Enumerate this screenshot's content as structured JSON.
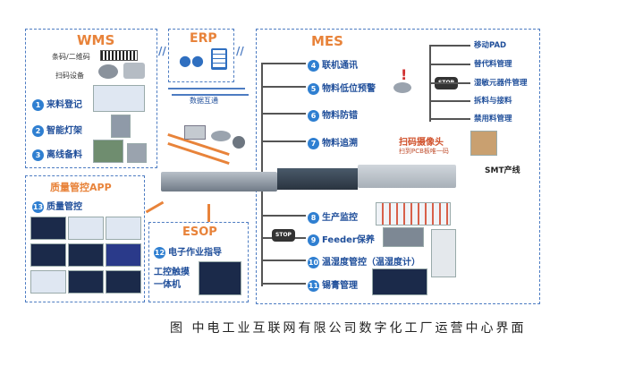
{
  "wms": {
    "title": "WMS",
    "barcode_label": "条码/二维码",
    "scanner_label": "扫码设备",
    "items": [
      {
        "num": "1",
        "label": "来料登记"
      },
      {
        "num": "2",
        "label": "智能灯架"
      },
      {
        "num": "3",
        "label": "离线备料"
      }
    ]
  },
  "erp": {
    "title": "ERP",
    "link_label": "数据互通"
  },
  "mes": {
    "title": "MES",
    "items": [
      {
        "num": "4",
        "label": "联机通讯"
      },
      {
        "num": "5",
        "label": "物料低位预警"
      },
      {
        "num": "6",
        "label": "物料防错"
      },
      {
        "num": "7",
        "label": "物料追溯"
      },
      {
        "num": "8",
        "label": "生产监控"
      },
      {
        "num": "9",
        "label": "Feeder保养"
      },
      {
        "num": "10",
        "label": "温湿度管控（温湿度计）"
      },
      {
        "num": "11",
        "label": "锡膏管理"
      }
    ],
    "right_items": [
      "移动PAD",
      "替代料管理",
      "湿敏元器件管理",
      "拆料与接料",
      "禁用料管理"
    ],
    "camera_label": "扫码摄像头",
    "camera_sub": "扫到PCB板唯一码",
    "line_label": "SMT产线",
    "stop_label": "STOP"
  },
  "qapp": {
    "title": "质量管控APP",
    "item": {
      "num": "13",
      "label": "质量管控"
    }
  },
  "esop": {
    "title": "ESOP",
    "item": {
      "num": "12",
      "label": "电子作业指导"
    },
    "touch_label_1": "工控触摸",
    "touch_label_2": "一体机"
  },
  "caption": "图    中电工业互联网有限公司数字化工厂运营中心界面",
  "colors": {
    "accent_orange": "#e8833a",
    "dashed_blue": "#4d7cc2",
    "num_blue": "#2f7fd1"
  }
}
